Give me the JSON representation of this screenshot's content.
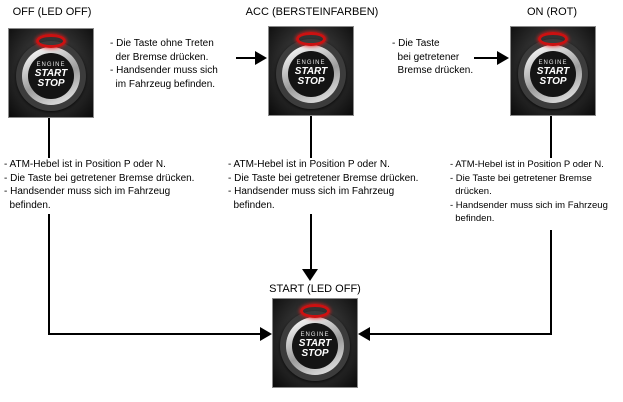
{
  "diagram": {
    "states": {
      "off": {
        "label": "OFF (LED OFF)"
      },
      "acc": {
        "label": "ACC (BERSTEINFARBEN)"
      },
      "on": {
        "label": "ON (ROT)"
      },
      "start": {
        "label": "START (LED OFF)"
      }
    },
    "button": {
      "line1": "ENGINE",
      "line2": "START",
      "line3": "STOP",
      "indicator_color": "#cc1111"
    },
    "transitions": {
      "off_to_acc": {
        "lines": [
          "- Die Taste ohne Treten",
          "  der Bremse drücken.",
          "- Handsender muss sich",
          "  im Fahrzeug befinden."
        ]
      },
      "acc_to_on": {
        "lines": [
          "- Die Taste",
          "  bei getretener",
          "  Bremse drücken."
        ]
      }
    },
    "conditions": {
      "left": {
        "lines": [
          "- ATM-Hebel ist in Position P oder N.",
          "- Die Taste bei getretener Bremse drücken.",
          "- Handsender muss sich im Fahrzeug",
          "  befinden."
        ]
      },
      "middle": {
        "lines": [
          "- ATM-Hebel ist in Position P oder N.",
          "- Die Taste bei getretener Bremse drücken.",
          "- Handsender muss sich im Fahrzeug",
          "  befinden."
        ]
      },
      "right": {
        "lines": [
          "- ATM-Hebel ist in Position P oder N.",
          "- Die Taste bei getretener Bremse",
          "  drücken.",
          "- Handsender muss sich im Fahrzeug",
          "  befinden."
        ]
      }
    }
  }
}
